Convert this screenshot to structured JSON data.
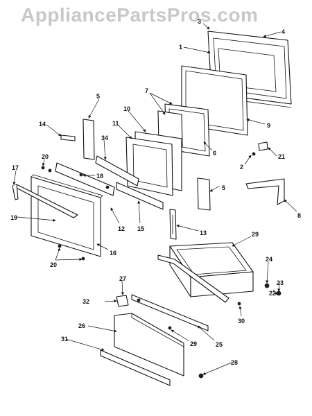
{
  "watermark": "AppliancePartsPros.com",
  "callouts": [
    "1",
    "2",
    "3",
    "4",
    "5",
    "6",
    "7",
    "8",
    "9",
    "10",
    "11",
    "12",
    "13",
    "14",
    "15",
    "16",
    "17",
    "18",
    "19",
    "20",
    "21",
    "22",
    "23",
    "24",
    "25",
    "26",
    "27",
    "28",
    "29",
    "30",
    "31",
    "32",
    "34"
  ]
}
